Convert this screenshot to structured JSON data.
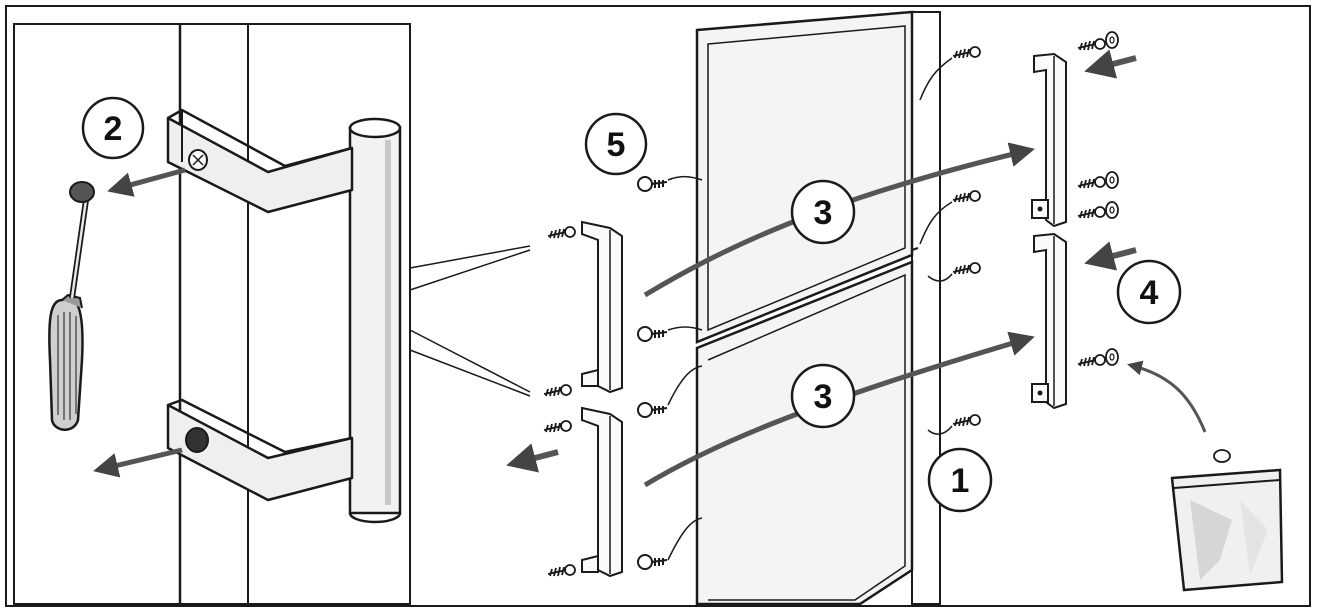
{
  "colors": {
    "line": "#1a1a1a",
    "fill_light": "#f2f2f2",
    "fill_mid": "#d9d9d9",
    "shadow": "#8a8a8a",
    "background": "#ffffff"
  },
  "callouts": [
    {
      "id": "step-1",
      "label": "1"
    },
    {
      "id": "step-2",
      "label": "2"
    },
    {
      "id": "step-3a",
      "label": "3"
    },
    {
      "id": "step-3b",
      "label": "3"
    },
    {
      "id": "step-4",
      "label": "4"
    },
    {
      "id": "step-5",
      "label": "5"
    }
  ],
  "icons": {
    "screwdriver": "screwdriver-icon",
    "screw": "screw-icon",
    "washer": "washer-icon",
    "parts_bag": "parts-bag-icon",
    "arrow": "arrow-icon"
  }
}
